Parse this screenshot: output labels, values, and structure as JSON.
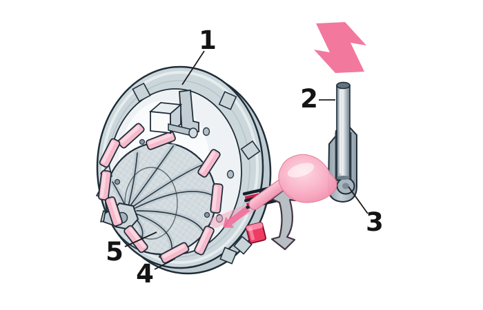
{
  "diagram": {
    "background": "#ffffff",
    "part_labels": [
      {
        "number": "1"
      },
      {
        "number": "2"
      },
      {
        "number": "3"
      },
      {
        "number": "4"
      },
      {
        "number": "5"
      }
    ],
    "icons": [
      {
        "name": "reciprocating-arrow-icon"
      },
      {
        "name": "rotation-arrow-icon"
      },
      {
        "name": "direction-arrow-icon"
      }
    ],
    "colors": {
      "background": "#ffffff",
      "outline": "#1e2d38",
      "ring_gray": "#ccd7dc",
      "ring_back_gray": "#bfccd2",
      "plate_white": "#eff2f4",
      "wheel_gray": "#d6dee2",
      "vane_pink": "#f6bacc",
      "vane_pink_light": "#fad7e1",
      "cam_pink": "#f8a8c0",
      "arrow_pink": "#f3789e",
      "metal_gray": "#b7c3cb",
      "rotation_arrow_gray": "#b8bfc5",
      "marker_red": "#ee3c63",
      "slot_crimson": "#c81e46"
    }
  }
}
